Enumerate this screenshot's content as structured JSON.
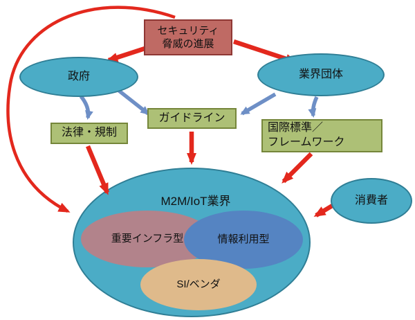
{
  "diagram": {
    "type": "relationship-diagram",
    "background": "#ffffff",
    "nodes": {
      "threat": {
        "label": "セキュリティ\n脅威の進展",
        "shape": "rect",
        "fill": "#bf6a64",
        "border": "#8f3734"
      },
      "government": {
        "label": "政府",
        "shape": "ellipse",
        "fill": "#4bacc6",
        "border": "#2f7e95"
      },
      "industry": {
        "label": "業界団体",
        "shape": "ellipse",
        "fill": "#4bacc6",
        "border": "#2f7e95"
      },
      "laws": {
        "label": "法律・規制",
        "shape": "rect",
        "fill": "#adc076",
        "border": "#75863a"
      },
      "guidelines": {
        "label": "ガイドライン",
        "shape": "rect",
        "fill": "#adc076",
        "border": "#75863a"
      },
      "standards": {
        "label": "国際標準／\nフレームワーク",
        "shape": "rect",
        "fill": "#adc076",
        "border": "#75863a"
      },
      "m2m_iot": {
        "label": "M2M/IoT業界",
        "shape": "ellipse",
        "fill": "#4bacc6",
        "border": "#2f7e95"
      },
      "critical_infra": {
        "label": "重要インフラ型",
        "shape": "ellipse",
        "fill": "#b2838b"
      },
      "info_usage": {
        "label": "情報利用型",
        "shape": "ellipse",
        "fill": "#5584c2"
      },
      "si_vendor": {
        "label": "SI/ベンダ",
        "shape": "ellipse",
        "fill": "#dfba8b"
      },
      "consumer": {
        "label": "消費者",
        "shape": "ellipse",
        "fill": "#4bacc6",
        "border": "#2f7e95"
      }
    },
    "edges": [
      {
        "from": "threat",
        "to": "government",
        "color": "#e3281d",
        "style": "straight"
      },
      {
        "from": "threat",
        "to": "industry",
        "color": "#e3281d",
        "style": "straight"
      },
      {
        "from": "threat",
        "to": "m2m_iot",
        "color": "#e3281d",
        "style": "curved-left"
      },
      {
        "from": "government",
        "to": "laws",
        "color": "#6e8fc6",
        "style": "straight"
      },
      {
        "from": "government",
        "to": "guidelines",
        "color": "#6e8fc6",
        "style": "straight"
      },
      {
        "from": "industry",
        "to": "guidelines",
        "color": "#6e8fc6",
        "style": "straight"
      },
      {
        "from": "industry",
        "to": "standards",
        "color": "#6e8fc6",
        "style": "straight"
      },
      {
        "from": "laws",
        "to": "m2m_iot",
        "color": "#e3281d",
        "style": "straight"
      },
      {
        "from": "guidelines",
        "to": "m2m_iot",
        "color": "#e3281d",
        "style": "straight"
      },
      {
        "from": "standards",
        "to": "m2m_iot",
        "color": "#e3281d",
        "style": "straight"
      },
      {
        "from": "consumer",
        "to": "m2m_iot",
        "color": "#e3281d",
        "style": "straight"
      }
    ],
    "colors": {
      "arrow_red": "#e3281d",
      "arrow_blue": "#6e8fc6",
      "teal_fill": "#4bacc6",
      "teal_border": "#2f7e95",
      "red_box_fill": "#bf6a64",
      "red_box_border": "#8f3734",
      "green_box_fill": "#adc076",
      "green_box_border": "#75863a",
      "inner_rose": "#b2838b",
      "inner_blue": "#5584c2",
      "inner_tan": "#dfba8b"
    }
  }
}
